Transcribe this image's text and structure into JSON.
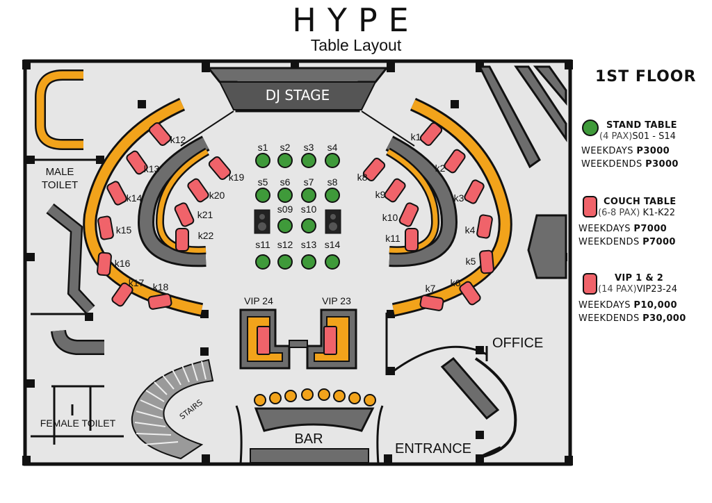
{
  "brand": "HYPE",
  "subtitle": "Table Layout",
  "floor": "1ST FLOOR",
  "areas": {
    "dj_stage": "DJ STAGE",
    "male_toilet": [
      "MALE",
      "TOILET"
    ],
    "female_toilet": "FEMALE TOILET",
    "stairs": "STAIRS",
    "bar": "BAR",
    "entrance": "ENTRANCE",
    "office": "OFFICE"
  },
  "stand_tables": [
    "s1",
    "s2",
    "s3",
    "s4",
    "s5",
    "s6",
    "s7",
    "s8",
    "s09",
    "s10",
    "s11",
    "s12",
    "s13",
    "s14"
  ],
  "couch_tables": [
    "k1",
    "k2",
    "k3",
    "k4",
    "k5",
    "k6",
    "k7",
    "k8",
    "k9",
    "k10",
    "k11",
    "k12",
    "k13",
    "k14",
    "k15",
    "k16",
    "k17",
    "k18",
    "k19",
    "k20",
    "k21",
    "k22"
  ],
  "vip": [
    "VIP 24",
    "VIP 23"
  ],
  "legend": {
    "stand": {
      "title": "STAND TABLE",
      "pax": "(4 PAX)",
      "range": "S01 - S14",
      "weekdays_label": "WEEKDAYS",
      "weekdays_price": "P3000",
      "weekends_label": "WEEKDENDS",
      "weekends_price": "P3000"
    },
    "couch": {
      "title": "COUCH TABLE",
      "pax": "(6-8 PAX)",
      "range": "K1-K22",
      "weekdays_label": "WEEKDAYS",
      "weekdays_price": "P7000",
      "weekends_label": "WEEKDENDS",
      "weekends_price": "P7000"
    },
    "vip": {
      "title": "VIP 1 & 2",
      "pax": "(14 PAX)",
      "range": "VIP23-24",
      "weekdays_label": "WEEKDAYS",
      "weekdays_price": "P10,000",
      "weekends_label": "WEEKDENDS",
      "weekends_price": "P30,000"
    }
  },
  "colors": {
    "floor": "#e6e6e6",
    "wall": "#111111",
    "sofa": "#f2a31b",
    "dark_gray": "#6d6d6d",
    "stand_table": "#3f9a3a",
    "couch_table": "#f0636a"
  }
}
